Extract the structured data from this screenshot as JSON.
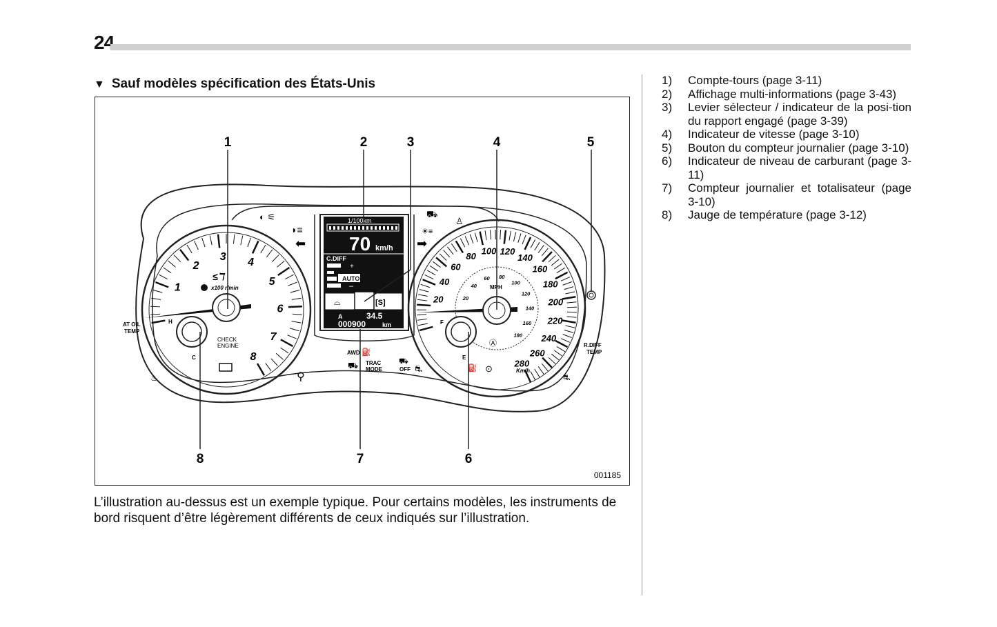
{
  "page": {
    "number": "24"
  },
  "section": {
    "marker": "▼",
    "heading": "Sauf modèles spécification des États-Unis"
  },
  "figure": {
    "callouts": [
      "1",
      "2",
      "3",
      "4",
      "5",
      "6",
      "7",
      "8"
    ],
    "figure_id": "001185",
    "tachometer": {
      "scale": [
        "1",
        "2",
        "3",
        "4",
        "5",
        "6",
        "7",
        "8"
      ],
      "unit_label": "x100 r/min",
      "check_engine": [
        "CHECK",
        "ENGINE"
      ],
      "left_label": [
        "AT OIL",
        "TEMP"
      ]
    },
    "display": {
      "consumption_label": "1/100km",
      "speed_value": "70",
      "speed_unit": "km/h",
      "cdiff_label": "C.DIFF",
      "auto_label": "AUTO",
      "gear_label": "[S]",
      "trip_marker": "A",
      "trip_value": "34.5",
      "odometer_value": "000900",
      "odometer_unit": "km"
    },
    "bottom_labels": {
      "awd": "AWD",
      "trac": [
        "TRAC",
        "MODE"
      ],
      "off": "OFF"
    },
    "speedometer": {
      "kmh_scale": [
        "20",
        "40",
        "60",
        "80",
        "100",
        "120",
        "140",
        "160",
        "180",
        "200",
        "220",
        "240",
        "260",
        "280"
      ],
      "mph_scale": [
        "20",
        "40",
        "60",
        "80",
        "100",
        "120",
        "140",
        "160",
        "180"
      ],
      "mph_label": "MPH",
      "kmh_label": "Km/h",
      "right_label": [
        "R.DIFF",
        "TEMP"
      ]
    },
    "icon_names": [
      "seatbelt-icon",
      "fog-light-icon",
      "headlight-icon",
      "turn-left-icon",
      "turn-right-icon",
      "stability-icon",
      "airbag-icon",
      "battery-icon",
      "fuel-pump-icon",
      "abs-icon",
      "brake-icon",
      "door-open-icon",
      "coolant-icon"
    ]
  },
  "caption": "L’illustration au-dessus est un exemple typique. Pour certains modèles, les instruments de bord risquent d’être légèrement différents de ceux indiqués sur l’illustration.",
  "legend": [
    {
      "num": "1)",
      "text": "Compte-tours (page 3-11)"
    },
    {
      "num": "2)",
      "text": "Affichage multi-informations (page 3-43)"
    },
    {
      "num": "3)",
      "text": "Levier sélecteur / indicateur de la posi-tion du rapport engagé (page 3-39)"
    },
    {
      "num": "4)",
      "text": "Indicateur de vitesse (page 3-10)"
    },
    {
      "num": "5)",
      "text": "Bouton du compteur journalier (page 3-10)"
    },
    {
      "num": "6)",
      "text": "Indicateur de niveau de carburant (page 3-11)"
    },
    {
      "num": "7)",
      "text": "Compteur journalier et totalisateur (page 3-10)"
    },
    {
      "num": "8)",
      "text": "Jauge de température (page 3-12)"
    }
  ]
}
